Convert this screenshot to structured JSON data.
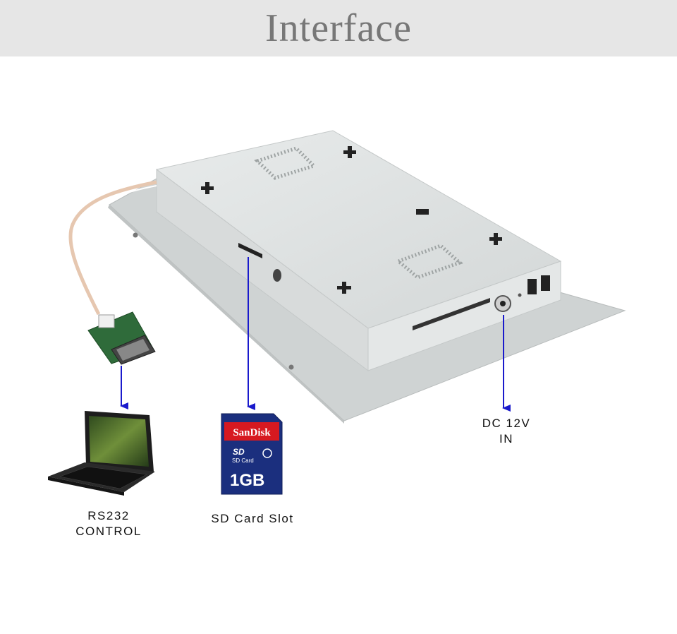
{
  "header": {
    "title": "Interface"
  },
  "sd_card": {
    "brand": "SanDisk",
    "type": "SD Card",
    "capacity": "1GB"
  },
  "labels": {
    "rs232": [
      "RS232",
      "CONTROL"
    ],
    "sd_slot": [
      "SD Card Slot"
    ],
    "dc_in": [
      "DC 12V",
      "IN"
    ]
  },
  "colors": {
    "header_bg": "#e6e6e6",
    "title": "#777777",
    "arrow": "#1a1acc",
    "chassis": "#dcdfdf",
    "sd_card": "#1b2f7e",
    "sandisk_red": "#d71920"
  }
}
